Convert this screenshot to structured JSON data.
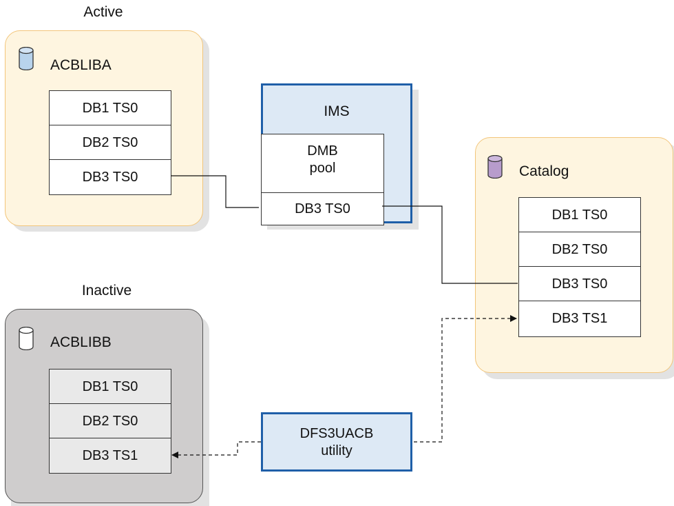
{
  "active": {
    "caption": "Active",
    "library": "ACBLIBA",
    "rows": [
      "DB1 TS0",
      "DB2 TS0",
      "DB3 TS0"
    ],
    "icon": "database-cylinder-icon",
    "icon_color": "#b8d3ec"
  },
  "inactive": {
    "caption": "Inactive",
    "library": "ACBLIBB",
    "rows": [
      "DB1 TS0",
      "DB2 TS0",
      "DB3 TS1"
    ],
    "icon": "database-cylinder-icon",
    "icon_color": "#ffffff"
  },
  "ims": {
    "title": "IMS",
    "pool_line1": "DMB",
    "pool_line2": "pool",
    "entry": "DB3 TS0"
  },
  "catalog": {
    "label": "Catalog",
    "rows": [
      "DB1 TS0",
      "DB2 TS0",
      "DB3 TS0",
      "DB3 TS1"
    ],
    "icon": "database-cylinder-icon",
    "icon_color": "#b79ccc"
  },
  "utility": {
    "line1": "DFS3UACB",
    "line2": "utility"
  },
  "colors": {
    "active_panel_fill": "#fef5e0",
    "active_panel_border": "#f2c57a",
    "inactive_panel_fill": "#cfcdcd",
    "ims_fill": "#dde9f5",
    "ims_border": "#1f5fa8"
  }
}
